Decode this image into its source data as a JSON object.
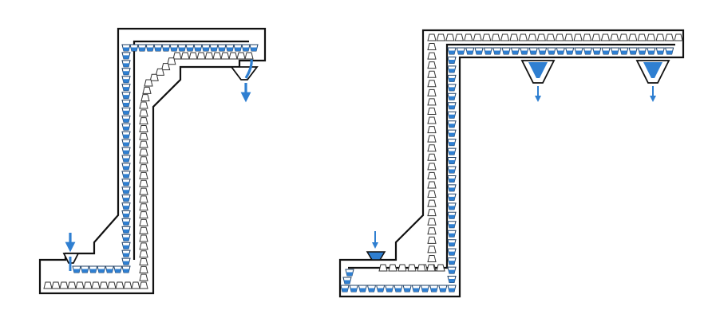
{
  "colors": {
    "accent": "#2f7fd1",
    "outline": "#111111",
    "bucket_outline": "#333333",
    "background": "#ffffff"
  },
  "diagrams": [
    {
      "name": "single-discharge-elevator",
      "discharge_points": 1,
      "inlet_arrow_icon": "down-arrow-icon",
      "outlet_arrow_icon": "down-arrow-icon"
    },
    {
      "name": "multi-discharge-elevator",
      "discharge_points": 2,
      "inlet_arrow_icon": "down-arrow-icon",
      "outlet_arrow_icon": "down-arrow-icon"
    }
  ]
}
